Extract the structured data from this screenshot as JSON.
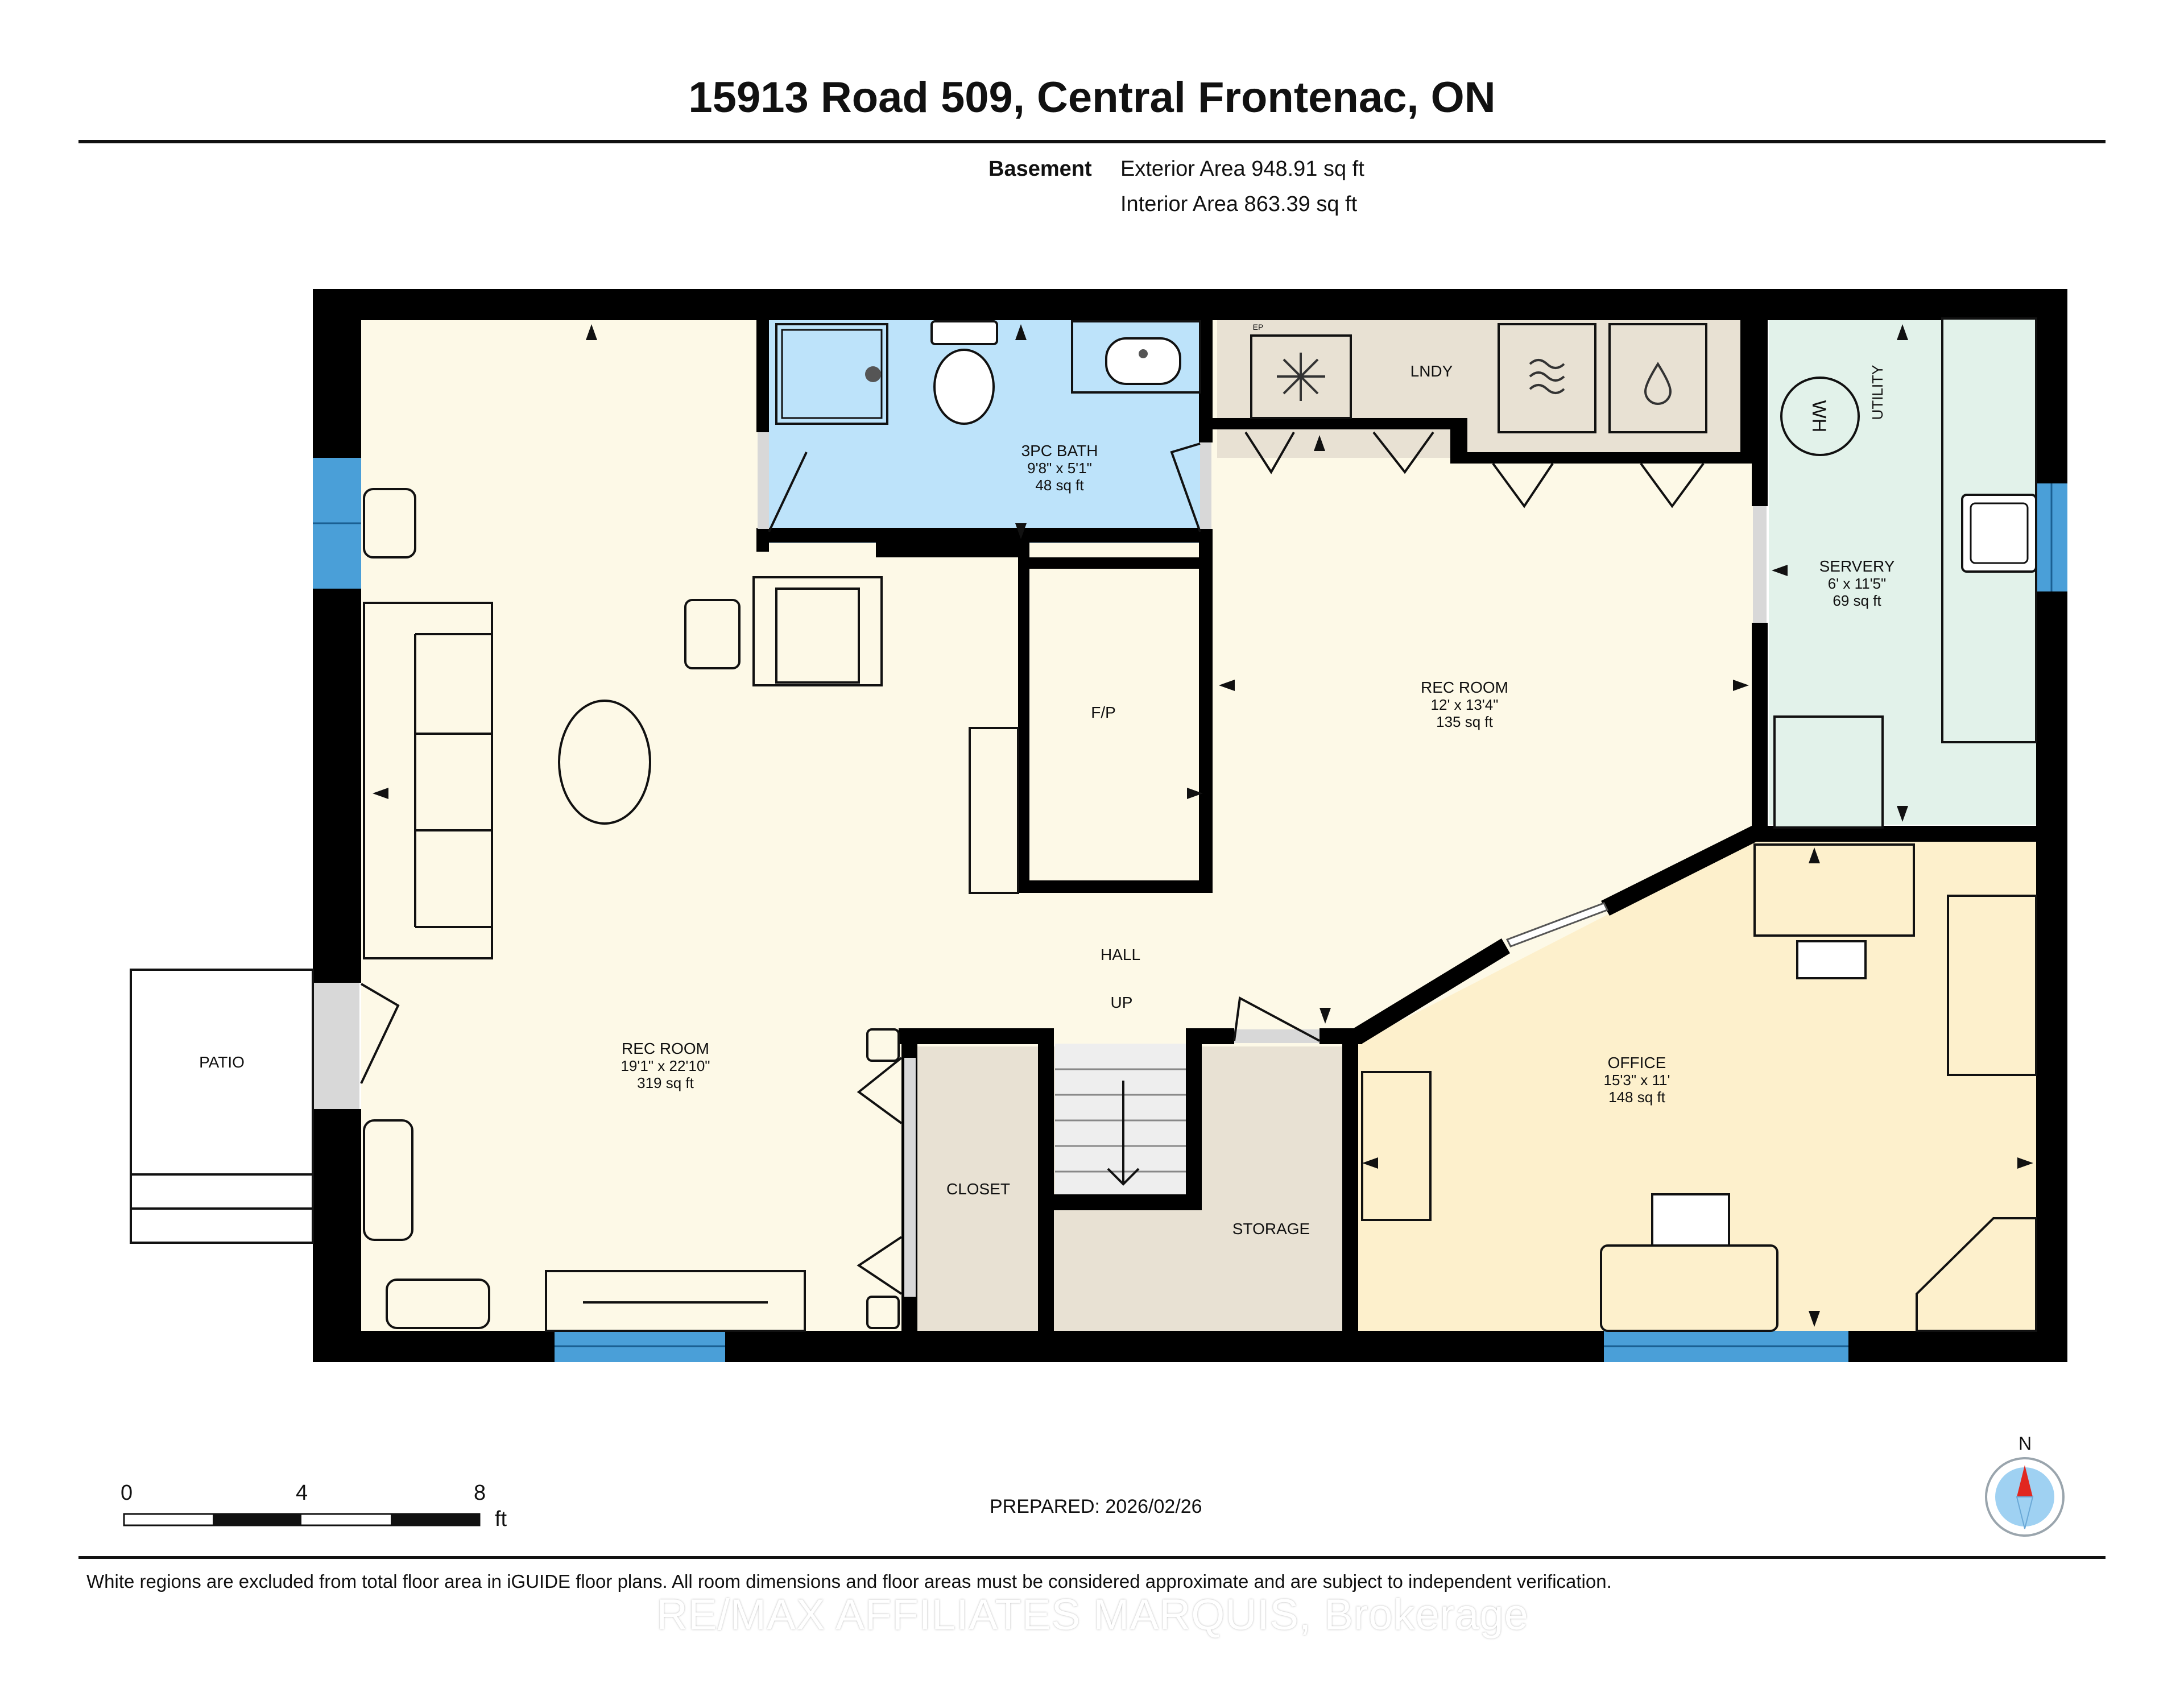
{
  "header": {
    "title": "15913 Road 509, Central Frontenac, ON",
    "level": "Basement",
    "exterior_area": "Exterior Area 948.91 sq ft",
    "interior_area": "Interior Area 863.39 sq ft"
  },
  "rooms": {
    "rec_room_main": {
      "name": "REC ROOM",
      "dims": "19'1\" x 22'10\"",
      "area": "319 sq ft"
    },
    "bath": {
      "name": "3PC BATH",
      "dims": "9'8\" x 5'1\"",
      "area": "48 sq ft"
    },
    "rec_room_east": {
      "name": "REC ROOM",
      "dims": "12' x 13'4\"",
      "area": "135 sq ft"
    },
    "servery": {
      "name": "SERVERY",
      "dims": "6' x 11'5\"",
      "area": "69 sq ft"
    },
    "office": {
      "name": "OFFICE",
      "dims": "15'3\" x 11'",
      "area": "148 sq ft"
    },
    "lndy": "LNDY",
    "utility": "UTILITY",
    "wh": "WH",
    "fp": "F/P",
    "hall": "HALL",
    "up": "UP",
    "closet": "CLOSET",
    "storage": "STORAGE",
    "patio": "PATIO",
    "ep": "EP"
  },
  "scale": {
    "ticks": [
      "0",
      "4",
      "8"
    ],
    "unit": "ft"
  },
  "compass": {
    "label": "N"
  },
  "footer": {
    "prepared": "PREPARED: 2026/02/26",
    "disclaimer": "White regions are excluded from total floor area in iGUIDE floor plans. All room dimensions and floor areas must be considered approximate and are subject to independent verification.",
    "watermark": "RE/MAX AFFILIATES MARQUIS, Brokerage"
  },
  "colors": {
    "rec_room": "#fdf9e7",
    "bath": "#bde3fa",
    "laundry": "#e8e1d3",
    "servery": "#e2f2ea",
    "office": "#fdf0cc",
    "closet": "#e8e1d3",
    "wall": "#000000",
    "window": "#4a9fd8",
    "compass_red": "#e1271f",
    "compass_blue": "#9fd1f2"
  }
}
